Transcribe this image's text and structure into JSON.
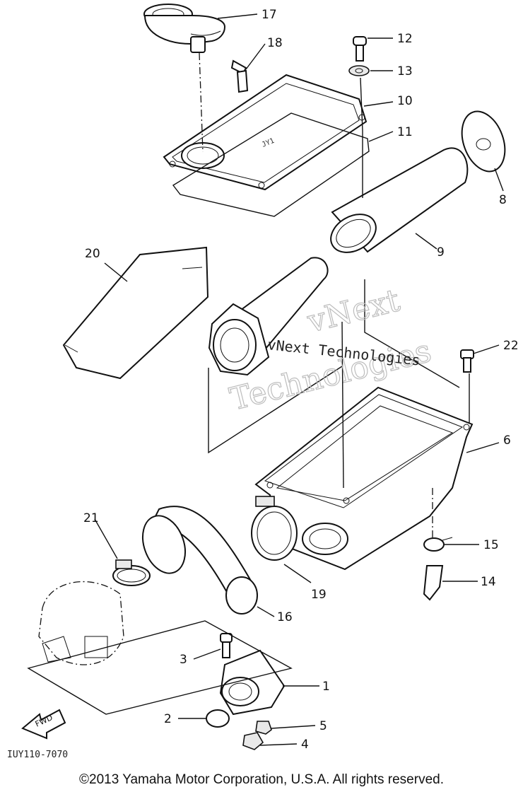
{
  "labels": {
    "p1": "1",
    "p2": "2",
    "p3": "3",
    "p4": "4",
    "p5": "5",
    "p6": "6",
    "p8": "8",
    "p9": "9",
    "p10": "10",
    "p11": "11",
    "p12": "12",
    "p13": "13",
    "p14": "14",
    "p15": "15",
    "p16": "16",
    "p17": "17",
    "p18": "18",
    "p19": "19",
    "p20": "20",
    "p21": "21",
    "p22": "22"
  },
  "watermark": {
    "line1": "vNext",
    "line2": "Technologies",
    "inline": "vNext Technologies"
  },
  "fwd_label": "FWD",
  "cover_text": "JY1",
  "drawing_code": "IUY110-7070",
  "copyright": "©2013 Yamaha Motor Corporation, U.S.A. All rights reserved."
}
